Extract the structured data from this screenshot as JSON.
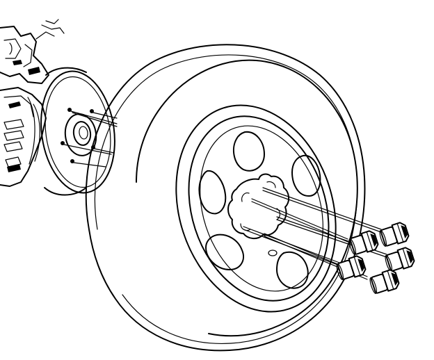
{
  "figure": {
    "subject": "wheel-installation-exploded-view",
    "parts": [
      "wheel-hub-and-brake-assembly",
      "tire-and-wheel",
      "wheel-lug-nuts",
      "alignment-guide-lines"
    ],
    "lug_nut_count": 5,
    "stroke_color": "#000000",
    "background_color": "#ffffff"
  }
}
